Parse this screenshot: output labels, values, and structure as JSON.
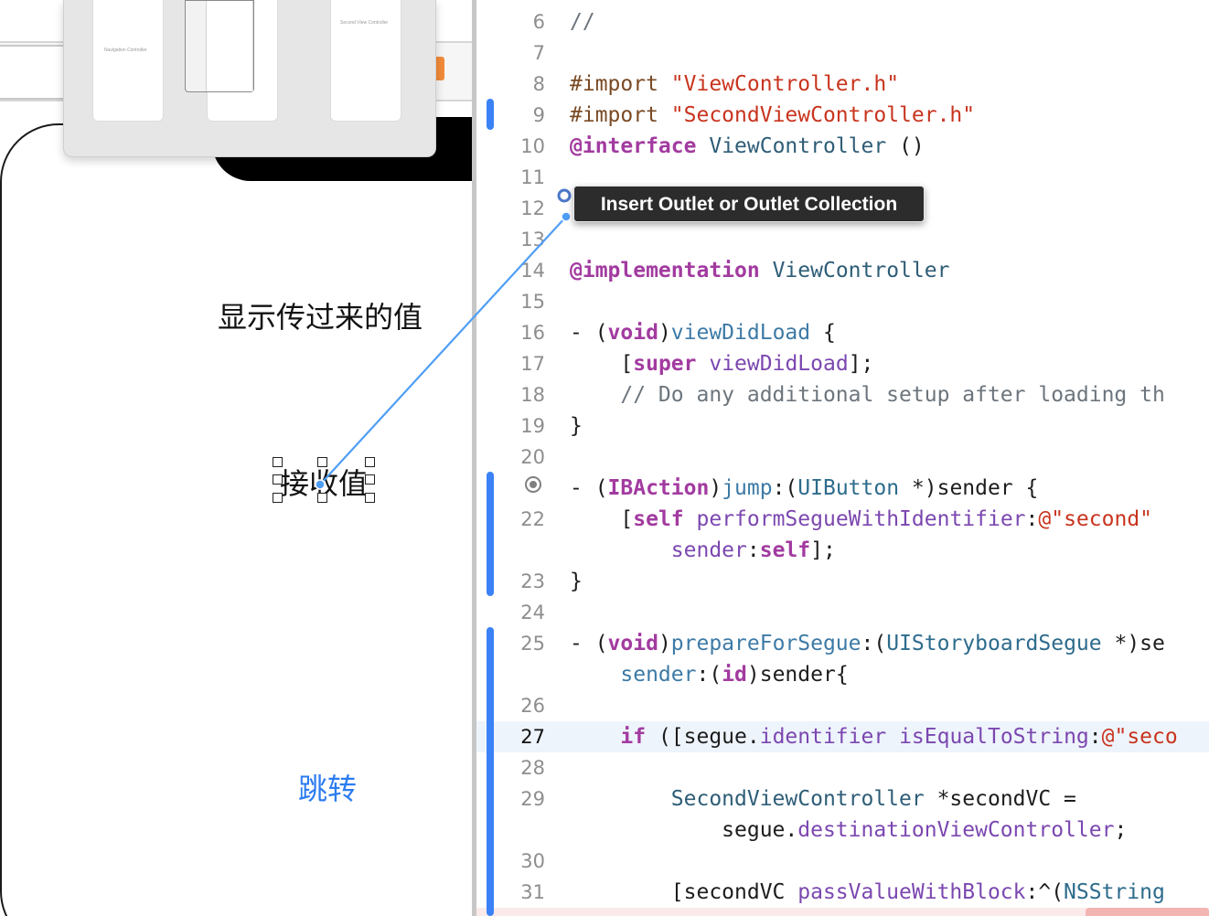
{
  "storyboard": {
    "display_label": "显示传过来的值",
    "receive_label": "接收值",
    "jump_button_label": "跳转",
    "thumbnail_caption": "Navigation Controller",
    "selected_thumb_label": "...",
    "third_thumb_label": "Second View Controller"
  },
  "connection": {
    "tooltip": "Insert Outlet or Outlet Collection"
  },
  "editor": {
    "current_line": 27,
    "lines": [
      {
        "no": "6",
        "html": "<span class=\"c-com\">//</span>"
      },
      {
        "no": "7",
        "html": ""
      },
      {
        "no": "8",
        "html": "<span class=\"c-pre\">#import</span> <span class=\"c-str\">\"ViewController.h\"</span>"
      },
      {
        "no": "9",
        "html": "<span class=\"c-pre\">#import</span> <span class=\"c-str\">\"SecondViewController.h\"</span>"
      },
      {
        "no": "10",
        "html": "<span class=\"c-kw\">@interface</span> <span class=\"c-cls\">ViewController</span> ()"
      },
      {
        "no": "11",
        "html": ""
      },
      {
        "no": "12",
        "html": ""
      },
      {
        "no": "13",
        "html": ""
      },
      {
        "no": "14",
        "html": "<span class=\"c-kw\">@implementation</span> <span class=\"c-cls\">ViewController</span>"
      },
      {
        "no": "15",
        "html": ""
      },
      {
        "no": "16",
        "html": "- (<span class=\"c-kw\">void</span>)<span class=\"c-meth\">viewDidLoad</span> {"
      },
      {
        "no": "17",
        "html": "    [<span class=\"c-kw\">super</span> <span class=\"c-prop\">viewDidLoad</span>];"
      },
      {
        "no": "18",
        "html": "    <span class=\"c-com\">// Do any additional setup after loading th</span>"
      },
      {
        "no": "19",
        "html": "}"
      },
      {
        "no": "20",
        "html": ""
      },
      {
        "no": "",
        "html": "- (<span class=\"c-kw\">IBAction</span>)<span class=\"c-meth\">jump</span>:(<span class=\"c-type\">UIButton</span> *)sender {"
      },
      {
        "no": "22",
        "html": "    [<span class=\"c-kw\">self</span> <span class=\"c-prop\">performSegueWithIdentifier</span>:<span class=\"c-str\">@\"second\"</span>"
      },
      {
        "no": "",
        "html": "        <span class=\"c-prop\">sender</span>:<span class=\"c-kw\">self</span>];"
      },
      {
        "no": "23",
        "html": "}"
      },
      {
        "no": "24",
        "html": ""
      },
      {
        "no": "25",
        "html": "- (<span class=\"c-kw\">void</span>)<span class=\"c-meth\">prepareForSegue</span>:(<span class=\"c-type\">UIStoryboardSegue</span> *)se"
      },
      {
        "no": "",
        "html": "    <span class=\"c-meth\">sender</span>:(<span class=\"c-kw\">id</span>)sender{"
      },
      {
        "no": "26",
        "html": ""
      },
      {
        "no": "27",
        "html": "    <span class=\"c-kw\">if</span> ([segue.<span class=\"c-prop\">identifier</span> <span class=\"c-prop\">isEqualToString</span>:<span class=\"c-str\">@\"seco</span>"
      },
      {
        "no": "28",
        "html": ""
      },
      {
        "no": "29",
        "html": "        <span class=\"c-cls\">SecondViewController</span> *secondVC ="
      },
      {
        "no": "",
        "html": "            segue.<span class=\"c-prop\">destinationViewController</span>;"
      },
      {
        "no": "30",
        "html": ""
      },
      {
        "no": "31",
        "html": "        [secondVC <span class=\"c-prop\">passValueWithBlock</span>:^(<span class=\"c-type\">NSString</span>"
      }
    ]
  },
  "colors": {
    "accent_blue": "#2b7cf0",
    "change_bar": "#3b82f6",
    "connection_line": "#4f9ef5",
    "tooltip_bg": "#2c2c2c"
  }
}
